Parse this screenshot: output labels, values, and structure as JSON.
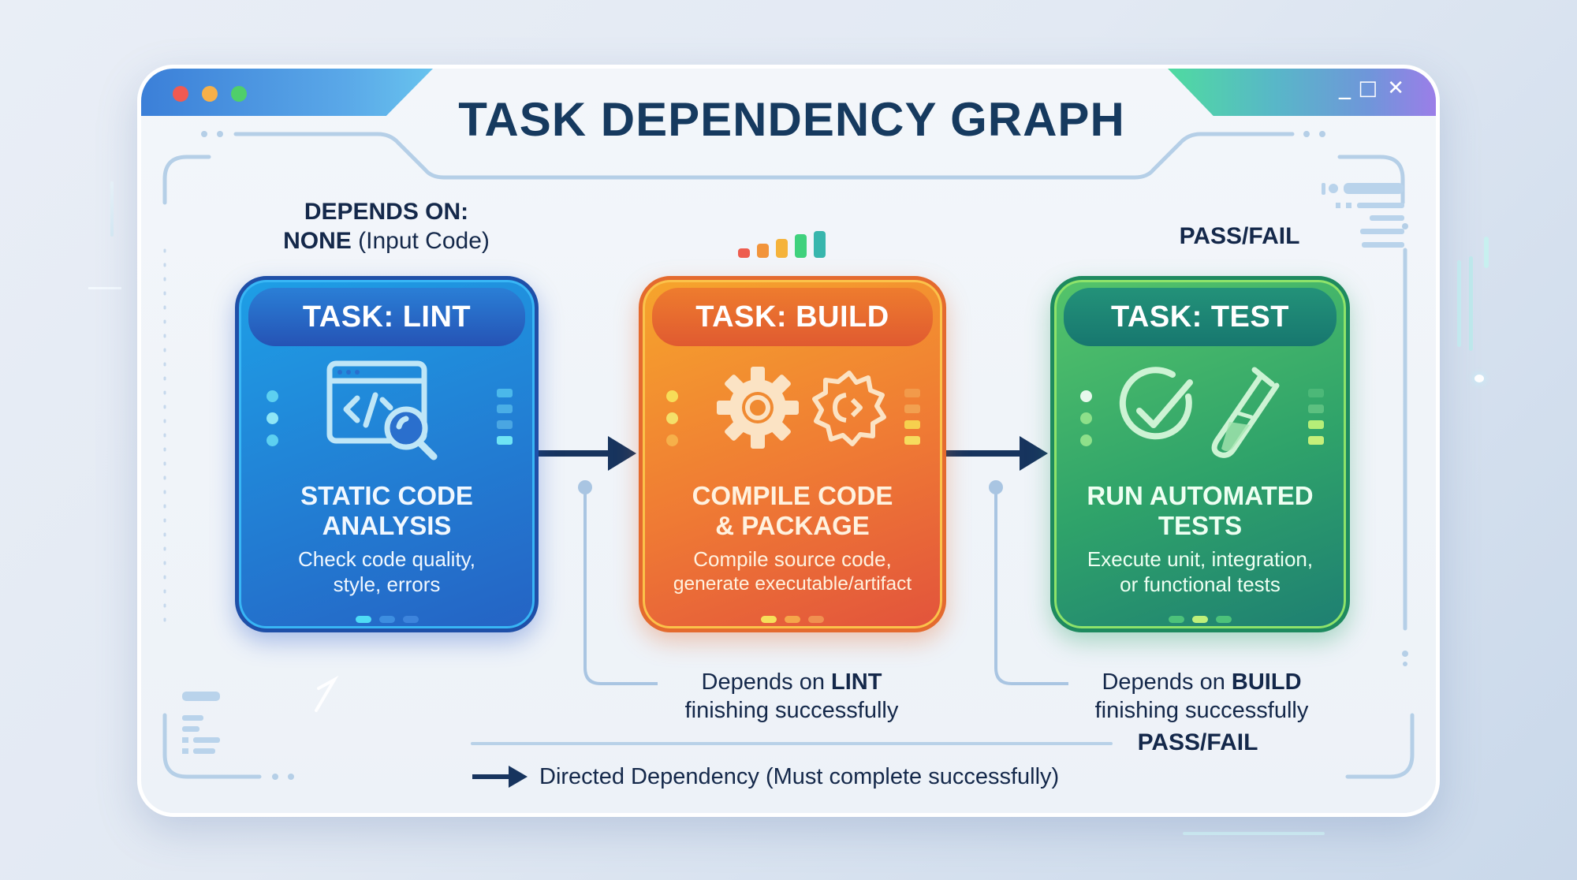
{
  "window": {
    "title": "TASK DEPENDENCY GRAPH",
    "controls": {
      "minimize": "_",
      "maximize": "□",
      "close": "✕"
    },
    "traffic_lights": [
      "#ef5a52",
      "#f6b04a",
      "#4fcf6a"
    ]
  },
  "top_labels": {
    "depends_on_heading": "DEPENDS ON:",
    "depends_on_value_bold": "NONE",
    "depends_on_value_rest": " (Input Code)",
    "pass_fail_top": "PASS/FAIL",
    "pass_fail_bottom": "PASS/FAIL"
  },
  "status_bars": [
    "#ee5d4f",
    "#f2943b",
    "#f5b33b",
    "#3fd17d",
    "#38b6ad"
  ],
  "tasks": [
    {
      "id": "lint",
      "header": "TASK: LINT",
      "heading_line1": "STATIC CODE",
      "heading_line2": "ANALYSIS",
      "desc_line1": "Check code quality,",
      "desc_line2": "style, errors",
      "icon": "code-window-magnifier-icon",
      "accent": "#2563c4"
    },
    {
      "id": "build",
      "header": "TASK: BUILD",
      "heading_line1": "COMPILE CODE",
      "heading_line2": "& PACKAGE",
      "desc_line1": "Compile source code,",
      "desc_line2": "generate executable/artifact",
      "icon": "gears-icon",
      "accent": "#ef7a34"
    },
    {
      "id": "test",
      "header": "TASK: TEST",
      "heading_line1": "RUN AUTOMATED",
      "heading_line2": "TESTS",
      "desc_line1": "Execute unit, integration,",
      "desc_line2": "or functional tests",
      "icon": "check-testtube-icon",
      "accent": "#2fa36a"
    }
  ],
  "dependencies": [
    {
      "prefix": "Depends on ",
      "bold": "LINT",
      "line2": "finishing successfully"
    },
    {
      "prefix": "Depends on ",
      "bold": "BUILD",
      "line2": "finishing successfully"
    }
  ],
  "legend": {
    "label": "Directed Dependency (Must complete successfully)"
  },
  "colors": {
    "text_dark": "#14284a",
    "arrow": "#17345e",
    "connector": "#a9c5e2"
  }
}
